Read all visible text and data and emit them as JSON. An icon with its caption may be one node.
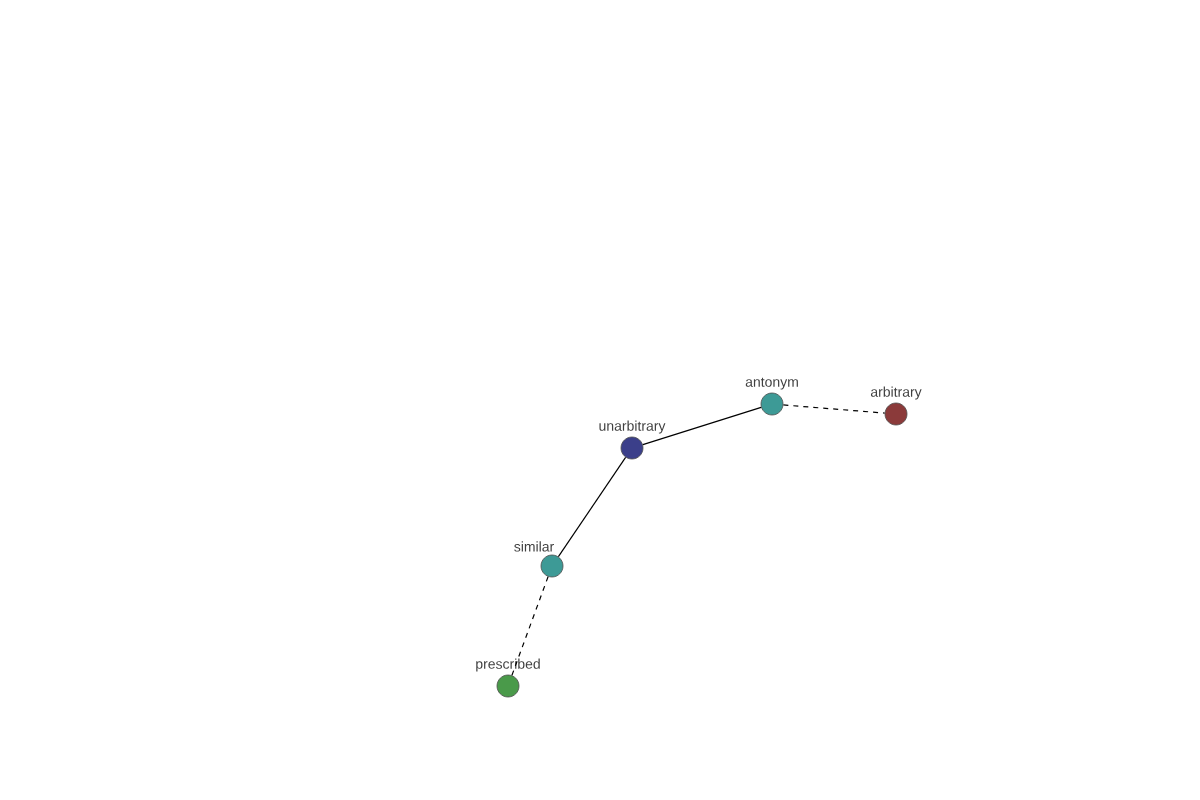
{
  "diagram": {
    "nodes": [
      {
        "text": [
          "antonym"
        ]
      },
      {
        "text": [
          "arbitrary"
        ]
      },
      {
        "text": [
          "unarbitrary"
        ]
      },
      {
        "text": [
          "similar"
        ]
      },
      {
        "text": [
          "prescribed"
        ]
      }
    ],
    "edges": [
      {
        "from": 2,
        "to": 0,
        "arrow": "none"
      },
      {
        "from": 0,
        "to": 1,
        "arrow": "none",
        "style": "dashed"
      },
      {
        "from": 2,
        "to": 3,
        "arrow": "none"
      },
      {
        "from": 3,
        "to": 4,
        "arrow": "none",
        "style": "dashed"
      }
    ]
  }
}
